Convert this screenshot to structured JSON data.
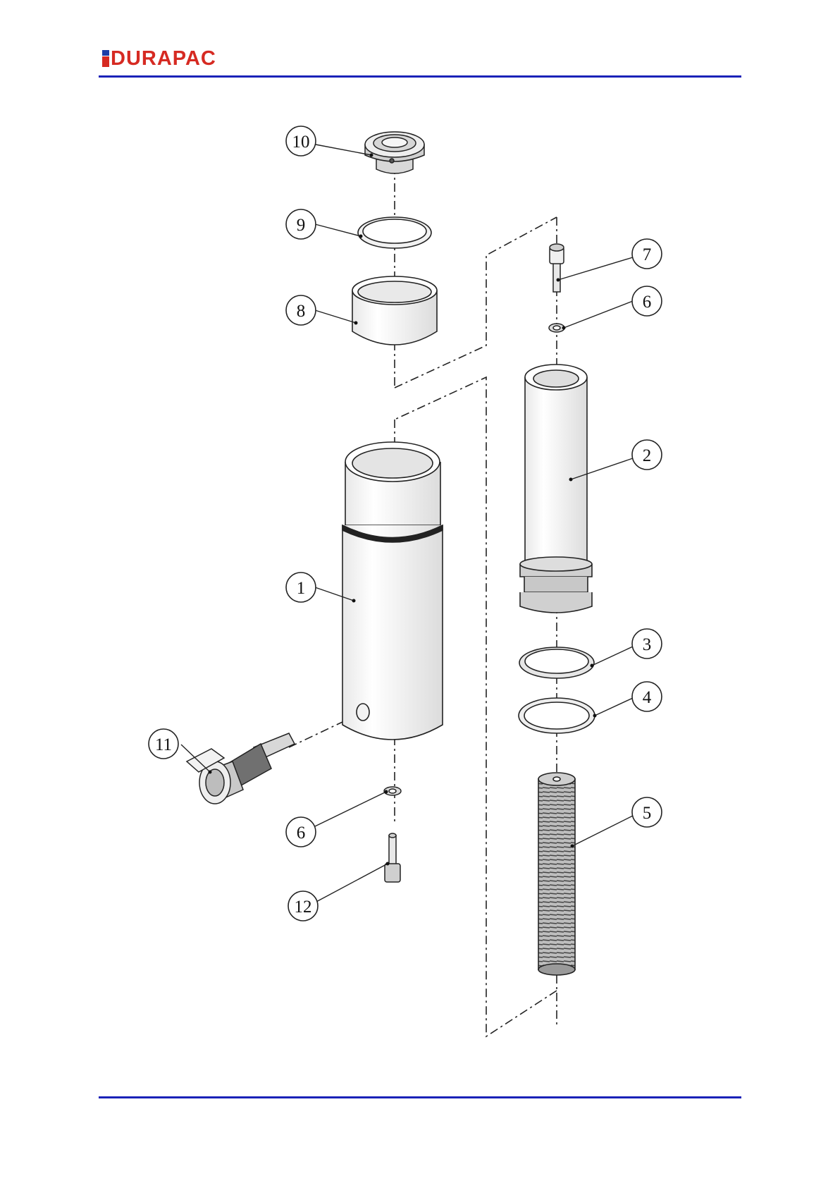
{
  "header": {
    "brand": "DURAPAC"
  },
  "callouts": [
    {
      "id": "10",
      "label": "10"
    },
    {
      "id": "9",
      "label": "9"
    },
    {
      "id": "8",
      "label": "8"
    },
    {
      "id": "7",
      "label": "7"
    },
    {
      "id": "6a",
      "label": "6"
    },
    {
      "id": "2",
      "label": "2"
    },
    {
      "id": "1",
      "label": "1"
    },
    {
      "id": "3",
      "label": "3"
    },
    {
      "id": "4",
      "label": "4"
    },
    {
      "id": "11",
      "label": "11"
    },
    {
      "id": "6b",
      "label": "6"
    },
    {
      "id": "5",
      "label": "5"
    },
    {
      "id": "12",
      "label": "12"
    }
  ],
  "colors": {
    "brand_red": "#d62a22",
    "brand_blue": "#1d3fa8",
    "rule": "#1a22b8"
  }
}
